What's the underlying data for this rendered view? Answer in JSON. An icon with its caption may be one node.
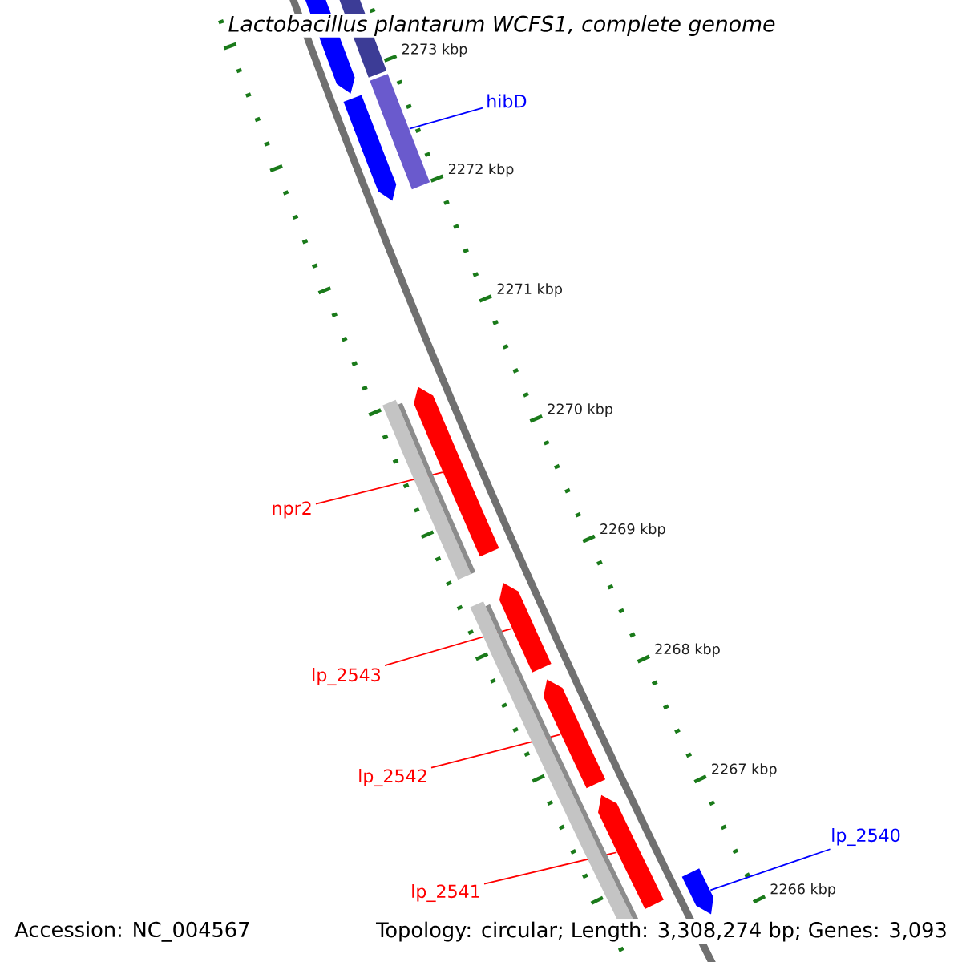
{
  "diagram": {
    "title": "*Lactobacillus plantarum* WCFS1, complete genome",
    "nodes": [
      {
        "text": [
          "hibD"
        ]
      },
      {
        "text": [],
        "shape": "bar"
      },
      {
        "text": [
          "npr2"
        ]
      },
      {
        "text": [],
        "shape": "bar"
      },
      {
        "text": [
          "lp_2543"
        ]
      },
      {
        "text": [],
        "shape": "bar"
      },
      {
        "text": [
          "lp_2542"
        ]
      },
      {
        "text": [],
        "shape": "bar"
      },
      {
        "text": [
          "lp_2541"
        ]
      },
      {
        "text": [],
        "shape": "bar"
      },
      {
        "text": [
          "lp_2540"
        ]
      },
      {
        "text": [],
        "shape": "bar"
      }
    ],
    "edges": [
      {
        "from": 0,
        "to": 1,
        "arrow": "none",
        "color": "#0000ff"
      },
      {
        "from": 2,
        "to": 3,
        "arrow": "none"
      },
      {
        "from": 4,
        "to": 5,
        "arrow": "none"
      },
      {
        "from": 6,
        "to": 7,
        "arrow": "none"
      },
      {
        "from": 8,
        "to": 9,
        "arrow": "none"
      },
      {
        "from": 10,
        "to": 11,
        "arrow": "none",
        "color": "#0000ff"
      }
    ],
    "labels": [
      "2273 kbp",
      "2272 kbp",
      "2271 kbp",
      "2270 kbp",
      "2269 kbp",
      "2268 kbp",
      "2267 kbp",
      "2266 kbp",
      "Accession: NC_004567",
      "Topology: circular; Length: 3,308,274 bp; Genes: 3,093"
    ]
  }
}
